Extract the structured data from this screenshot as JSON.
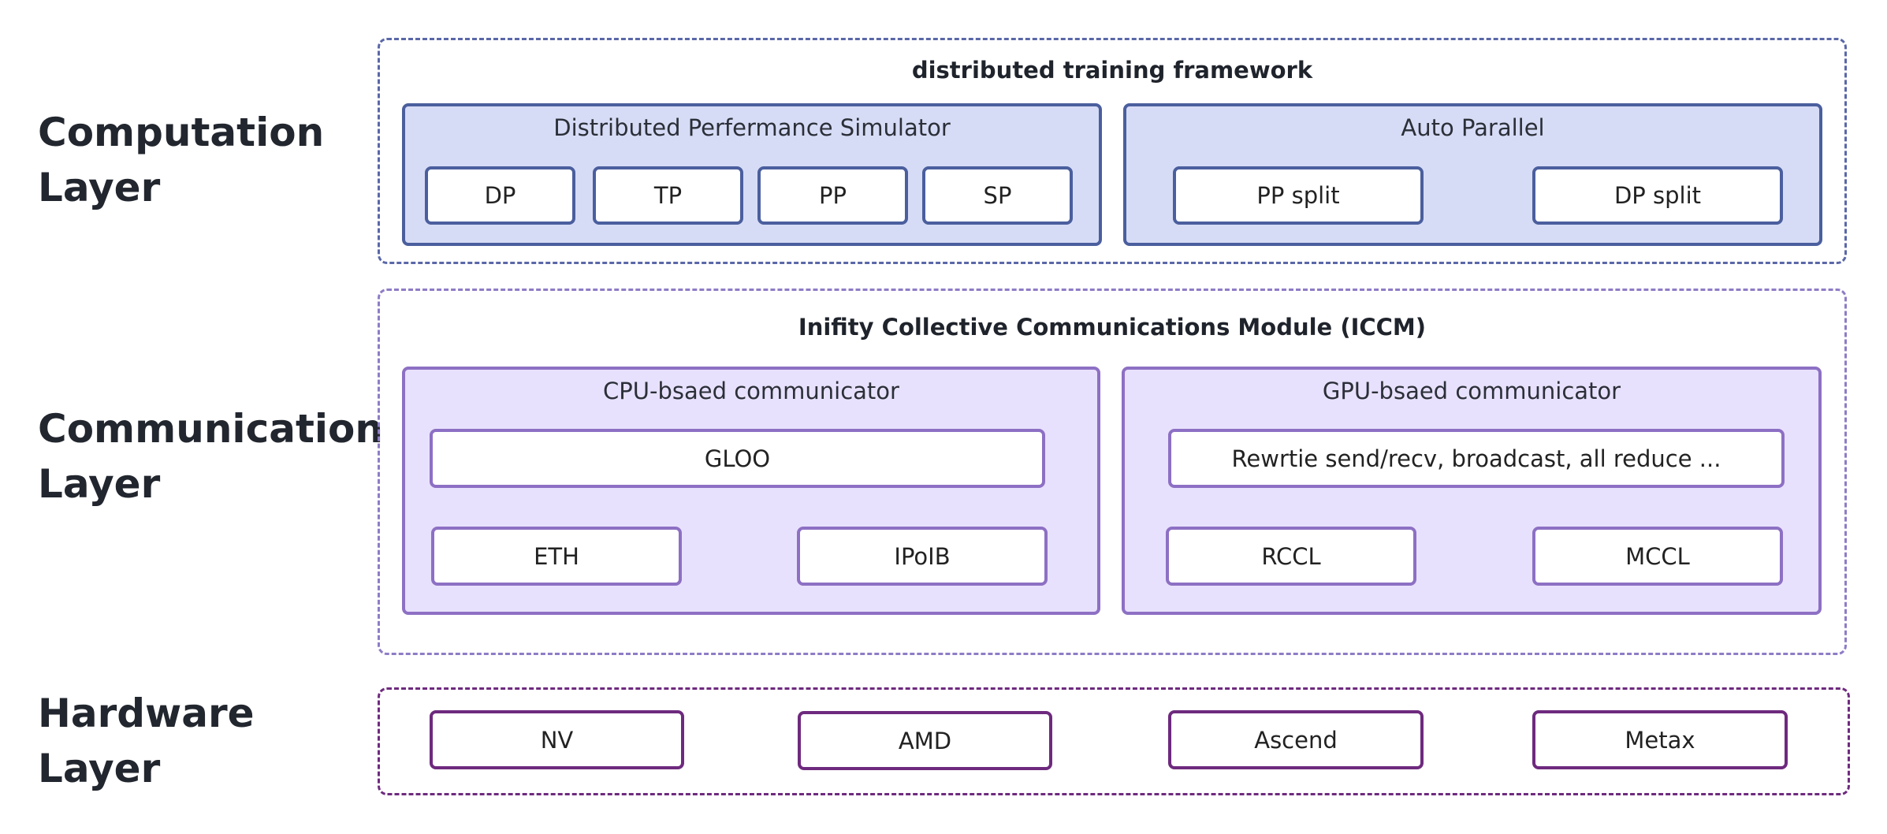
{
  "layers": {
    "computation": {
      "label_line1": "Computation",
      "label_line2": "Layer"
    },
    "communication": {
      "label_line1": "Communication",
      "label_line2": "Layer"
    },
    "hardware": {
      "label_line1": "Hardware",
      "label_line2": "Layer"
    }
  },
  "computation": {
    "title": "distributed training framework",
    "simulator": {
      "title": "Distributed Perfermance Simulator",
      "items": [
        "DP",
        "TP",
        "PP",
        "SP"
      ]
    },
    "auto_parallel": {
      "title": "Auto Parallel",
      "items": [
        "PP split",
        "DP split"
      ]
    }
  },
  "communication": {
    "title": "Inifity Collective Communications Module (ICCM)",
    "cpu": {
      "title": "CPU-bsaed communicator",
      "wide_item": "GLOO",
      "items": [
        "ETH",
        "IPoIB"
      ]
    },
    "gpu": {
      "title": "GPU-bsaed communicator",
      "wide_item": "Rewrtie send/recv, broadcast, all reduce ...",
      "items": [
        "RCCL",
        "MCCL"
      ]
    }
  },
  "hardware": {
    "items": [
      "NV",
      "AMD",
      "Ascend",
      "Metax"
    ]
  },
  "colors": {
    "computation_border": "#4b5f9e",
    "computation_fill": "#d7dcf6",
    "communication_border": "#8d70c4",
    "communication_fill": "#e8e1fd",
    "hardware_border": "#6e2a7e"
  }
}
